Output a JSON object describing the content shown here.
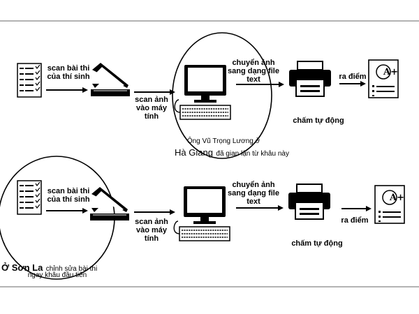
{
  "top": {
    "scan_exam": [
      "scan bài thi",
      "của thí sinh"
    ],
    "scan_to_pc": [
      "scan ảnh",
      "vào máy",
      "tính"
    ],
    "convert_text": [
      "chuyển ảnh",
      "sang dạng file",
      "text"
    ],
    "auto_grade": "chấm tự động",
    "result": "ra điểm",
    "person": "Ông Vũ Trọng Lương ở",
    "place": "Hà Giang",
    "note": "đã gian lận từ khâu này"
  },
  "bottom": {
    "scan_exam": [
      "scan bài thi",
      "của thí sinh"
    ],
    "scan_to_pc": [
      "scan ảnh",
      "vào máy",
      "tính"
    ],
    "convert_text": [
      "chuyển ảnh",
      "sang dạng file",
      "text"
    ],
    "auto_grade": "chấm tự động",
    "result": "ra điểm",
    "place": "Ở Sơn La",
    "note1": "chỉnh sửa bài thi",
    "note2": "ngay khâu đầu tiên"
  },
  "grade_mark": "A+",
  "icons": [
    "exam-sheet-icon",
    "scanner-icon",
    "computer-icon",
    "printer-icon",
    "graded-paper-icon"
  ],
  "colors": {
    "ink": "#000000",
    "panel_border": "#9a9a9a",
    "background": "#ffffff"
  }
}
